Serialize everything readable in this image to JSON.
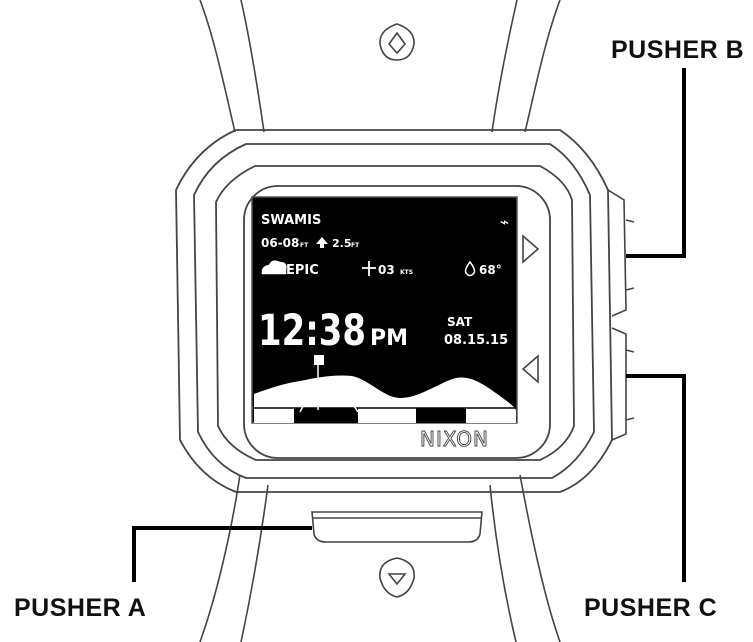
{
  "callouts": {
    "pusher_a": "PUSHER A",
    "pusher_b": "PUSHER B",
    "pusher_c": "PUSHER C"
  },
  "screen": {
    "location": "SWAMIS",
    "tide_time": "06-08",
    "tide_time_unit": "FT",
    "wave_height": "2.5",
    "wave_height_unit": "FT",
    "condition": "EPIC",
    "wind_speed": "03",
    "wind_unit": "KTS",
    "water_temp": "68°",
    "time": "12:38",
    "ampm": "PM",
    "day": "SAT",
    "date": "08.15.15",
    "icons": [
      "bluetooth-icon",
      "wave-height-arrow-icon",
      "condition-cloud-icon",
      "wind-icon",
      "water-drop-icon",
      "tide-chart-icon"
    ]
  },
  "brand": "NIXON",
  "colors": {
    "outline": "#444444",
    "screen_background": "#000000",
    "screen_text": "#ffffff",
    "label_text": "#111111"
  }
}
